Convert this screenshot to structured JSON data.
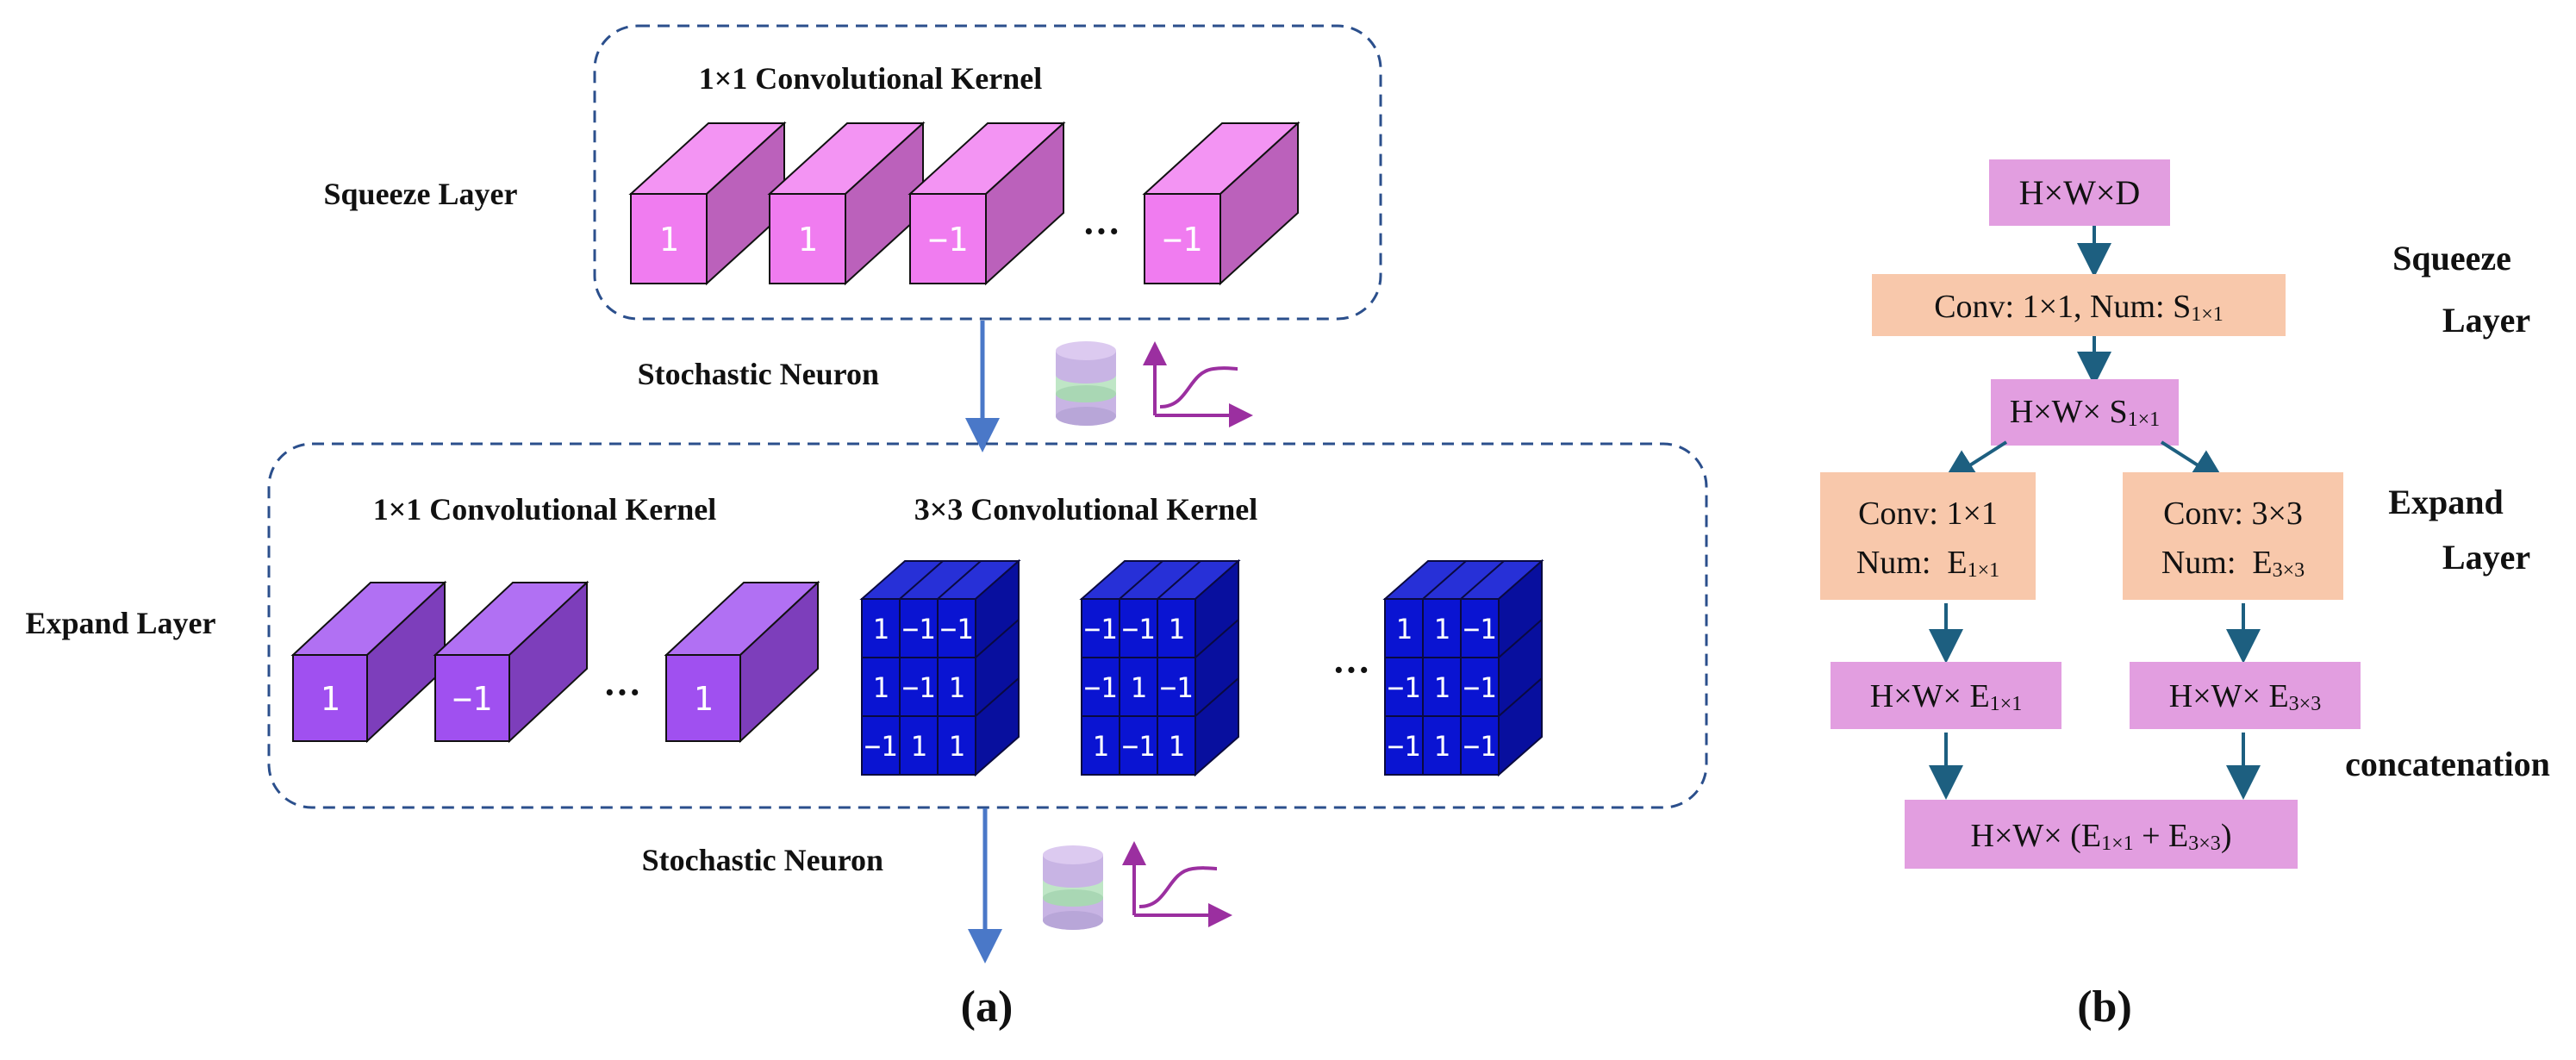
{
  "panel_a": {
    "squeeze": {
      "layer_label": "Squeeze Layer",
      "kernel_title": "1×1 Convolutional Kernel",
      "cubes": [
        "1",
        "1",
        "−1",
        "−1"
      ],
      "ellipsis": "···"
    },
    "stochastic_label_1": "Stochastic Neuron",
    "expand": {
      "layer_label": "Expand Layer",
      "kernel1_title": "1×1 Convolutional Kernel",
      "kernel3_title": "3×3 Convolutional Kernel",
      "cubes1": [
        "1",
        "−1",
        "1"
      ],
      "ellipsis1": "···",
      "blocks3": [
        [
          [
            "1",
            "−1",
            "−1"
          ],
          [
            "1",
            "−1",
            "1"
          ],
          [
            "−1",
            "1",
            "1"
          ]
        ],
        [
          [
            "−1",
            "−1",
            "1"
          ],
          [
            "−1",
            "1",
            "−1"
          ],
          [
            "1",
            "−1",
            "1"
          ]
        ],
        [
          [
            "1",
            "1",
            "−1"
          ],
          [
            "−1",
            "1",
            "−1"
          ],
          [
            "−1",
            "1",
            "−1"
          ]
        ]
      ],
      "ellipsis3": "···"
    },
    "stochastic_label_2": "Stochastic Neuron",
    "caption": "(a)"
  },
  "panel_b": {
    "input": "H×W×D",
    "squeeze_conv": {
      "text": "Conv: 1×1, Num: S",
      "sub": "1×1"
    },
    "squeeze_label": [
      "Squeeze",
      "Layer"
    ],
    "squeeze_out": {
      "text": "H×W× S",
      "sub": "1×1"
    },
    "expand_left": {
      "line1": "Conv: 1×1",
      "line2": "Num:  E",
      "sub": "1×1"
    },
    "expand_right": {
      "line1": "Conv: 3×3",
      "line2": "Num:  E",
      "sub": "3×3"
    },
    "expand_label": [
      "Expand",
      "Layer"
    ],
    "out_left": {
      "text": "H×W× E",
      "sub": "1×1"
    },
    "out_right": {
      "text": "H×W× E",
      "sub": "3×3"
    },
    "concat_label": "concatenation",
    "final": {
      "pre": "H×W× (E",
      "sub1": "1×1",
      "mid": " + E",
      "sub2": "3×3",
      "post": ")"
    },
    "caption": "(b)"
  },
  "colors": {
    "pink_cube": "#f07cf0",
    "purple_cube": "#a050f0",
    "blue_cube": "#0a14d2",
    "pink_box": "#e29ee0",
    "peach_box": "#f8c8ab",
    "arrow_teal": "#1d5f80",
    "dashed_border": "#2b4f8c",
    "arrow_blue": "#4a78c8",
    "sigmoid": "#9b2fa0"
  },
  "icons": [
    "database-icon",
    "sigmoid-curve-icon"
  ]
}
